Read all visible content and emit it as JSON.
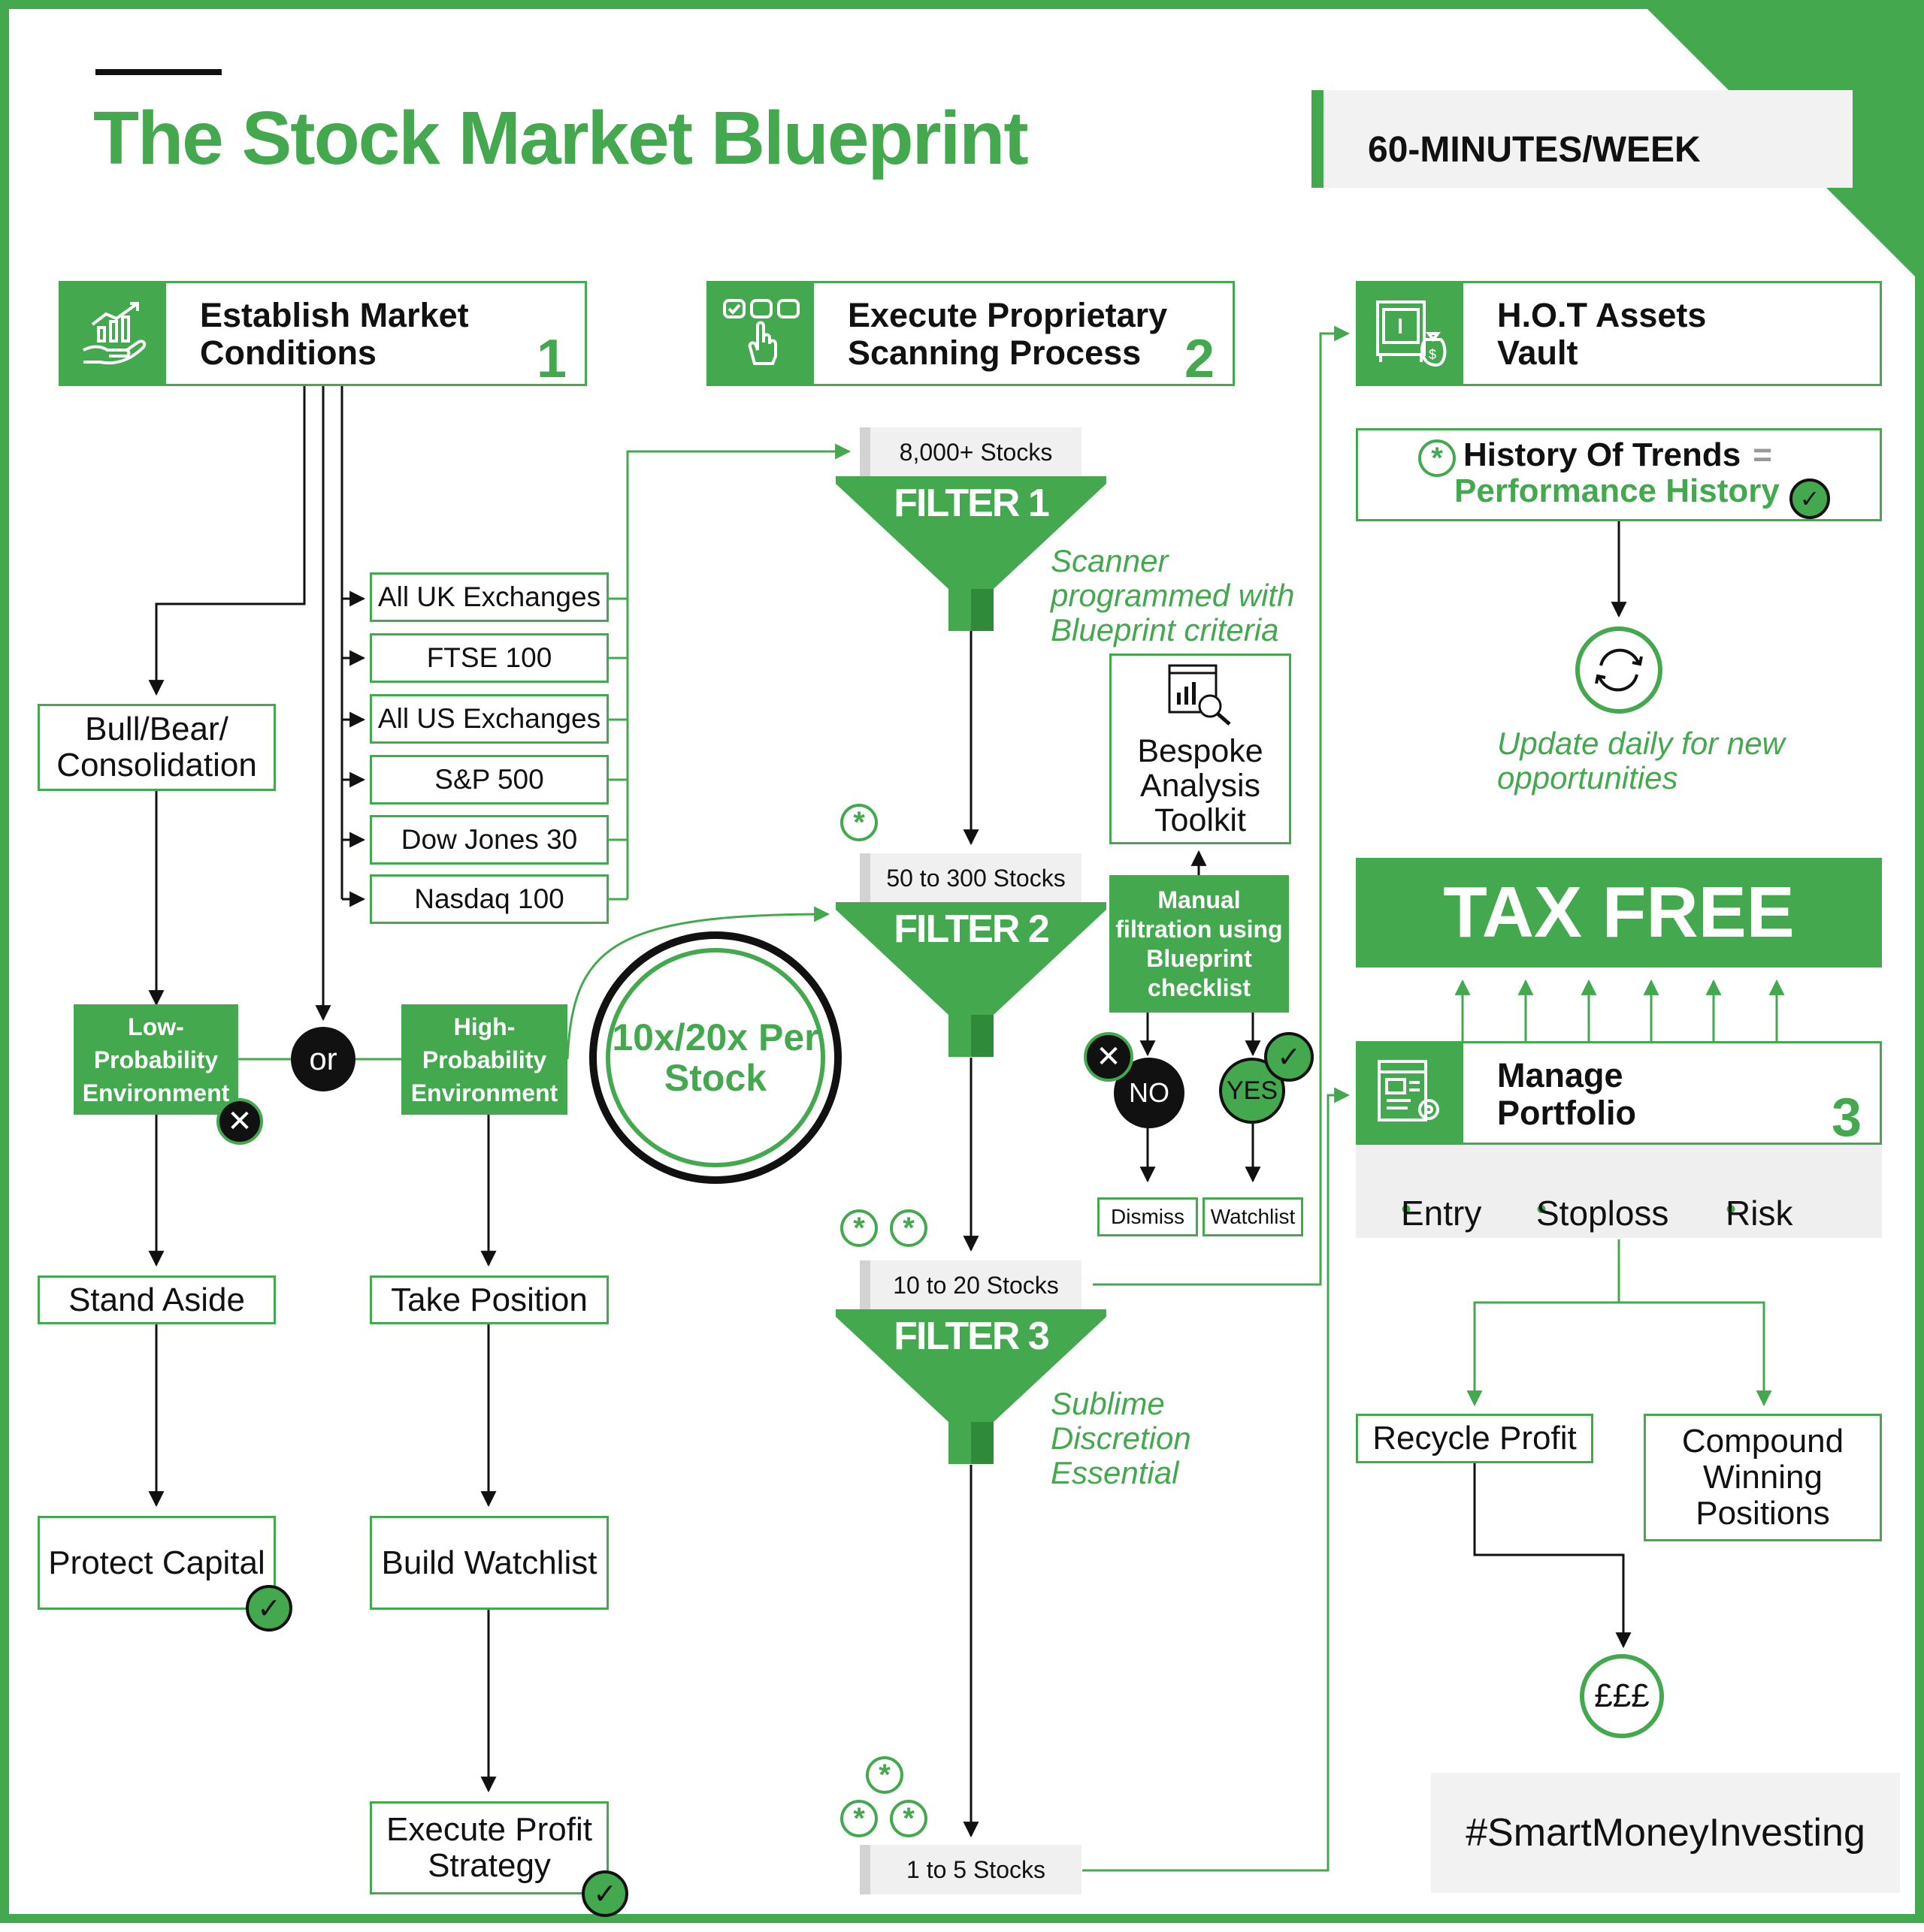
{
  "title": "The Stock Market Blueprint",
  "time_badge": "60-MINUTES/WEEK",
  "colors": {
    "accent": "#43a84e",
    "dark": "#111111",
    "panel": "#f2f2f2"
  },
  "steps": [
    {
      "title_line1": "Establish Market",
      "title_line2": "Conditions",
      "number": "1",
      "icon": "hand-growth-chart-icon"
    },
    {
      "title_line1": "Execute Proprietary",
      "title_line2": "Scanning Process",
      "number": "2",
      "icon": "touch-screen-icon"
    },
    {
      "title_line1": "H.O.T Assets",
      "title_line2": "Vault",
      "number": "",
      "icon": "vault-money-icon"
    },
    {
      "title_line1": "Manage",
      "title_line2": "Portfolio",
      "number": "3",
      "icon": "portfolio-settings-icon"
    }
  ],
  "market_condition": "Bull/Bear/ Consolidation",
  "exchanges": [
    "All UK Exchanges",
    "FTSE 100",
    "All US Exchanges",
    "S&P 500",
    "Dow Jones 30",
    "Nasdaq 100"
  ],
  "environments": {
    "low": "Low- Probability Environment",
    "or": "or",
    "high": "High- Probability Environment"
  },
  "low_path": [
    "Stand Aside",
    "Protect Capital"
  ],
  "high_path": [
    "Take Position",
    "Build Watchlist",
    "Execute Profit Strategy"
  ],
  "multiplier": "10x/20x Per Stock",
  "filters": [
    {
      "count": "8,000+ Stocks",
      "label": "FILTER 1"
    },
    {
      "count": "50 to 300 Stocks",
      "label": "FILTER 2"
    },
    {
      "count": "10 to 20 Stocks",
      "label": "FILTER 3"
    }
  ],
  "final_count": "1 to 5 Stocks",
  "scanner_note": "Scanner programmed with Blueprint criteria",
  "discretion_note": "Sublime Discretion Essential",
  "toolkit": "Bespoke Analysis Toolkit",
  "manual_filtration": "Manual filtration using Blueprint checklist",
  "decision": {
    "no": "NO",
    "yes": "YES",
    "dismiss": "Dismiss",
    "watchlist": "Watchlist"
  },
  "vault": {
    "history_title": "History Of Trends",
    "equals": "=",
    "history_sub": "Performance History",
    "update_note": "Update daily for new opportunities"
  },
  "tax_free": "TAX FREE",
  "portfolio_items": [
    "Entry",
    "Stoploss",
    "Risk"
  ],
  "outcomes": [
    "Recycle Profit",
    "Compound Winning Positions"
  ],
  "pounds": "£££",
  "hashtag": "#SmartMoneyInvesting"
}
